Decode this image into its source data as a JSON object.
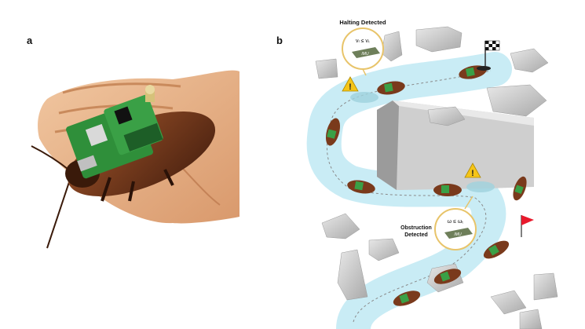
{
  "panels": {
    "a": {
      "label": "a"
    },
    "b": {
      "label": "b",
      "halting_title": "Halting Detected",
      "halting_condition": "vₗ ≤ vₜ",
      "obstruction_title_1": "Obstruction",
      "obstruction_title_2": "Detected",
      "obstruction_condition": "ω ≤ ωₜ",
      "imu_label": "IMU",
      "warning_glyph": "!"
    }
  },
  "colors": {
    "path": "#c9ecf5",
    "callout_ring": "#e8c46a",
    "warning": "#f5c518",
    "flag": "#e8192c",
    "hand": "#e8b48a",
    "pcb": "#2f8f3a",
    "roach": "#7a3a1c"
  },
  "icons": [
    "checkered-flag-icon",
    "red-flag-icon",
    "warning-icon",
    "imu-chip-icon"
  ]
}
